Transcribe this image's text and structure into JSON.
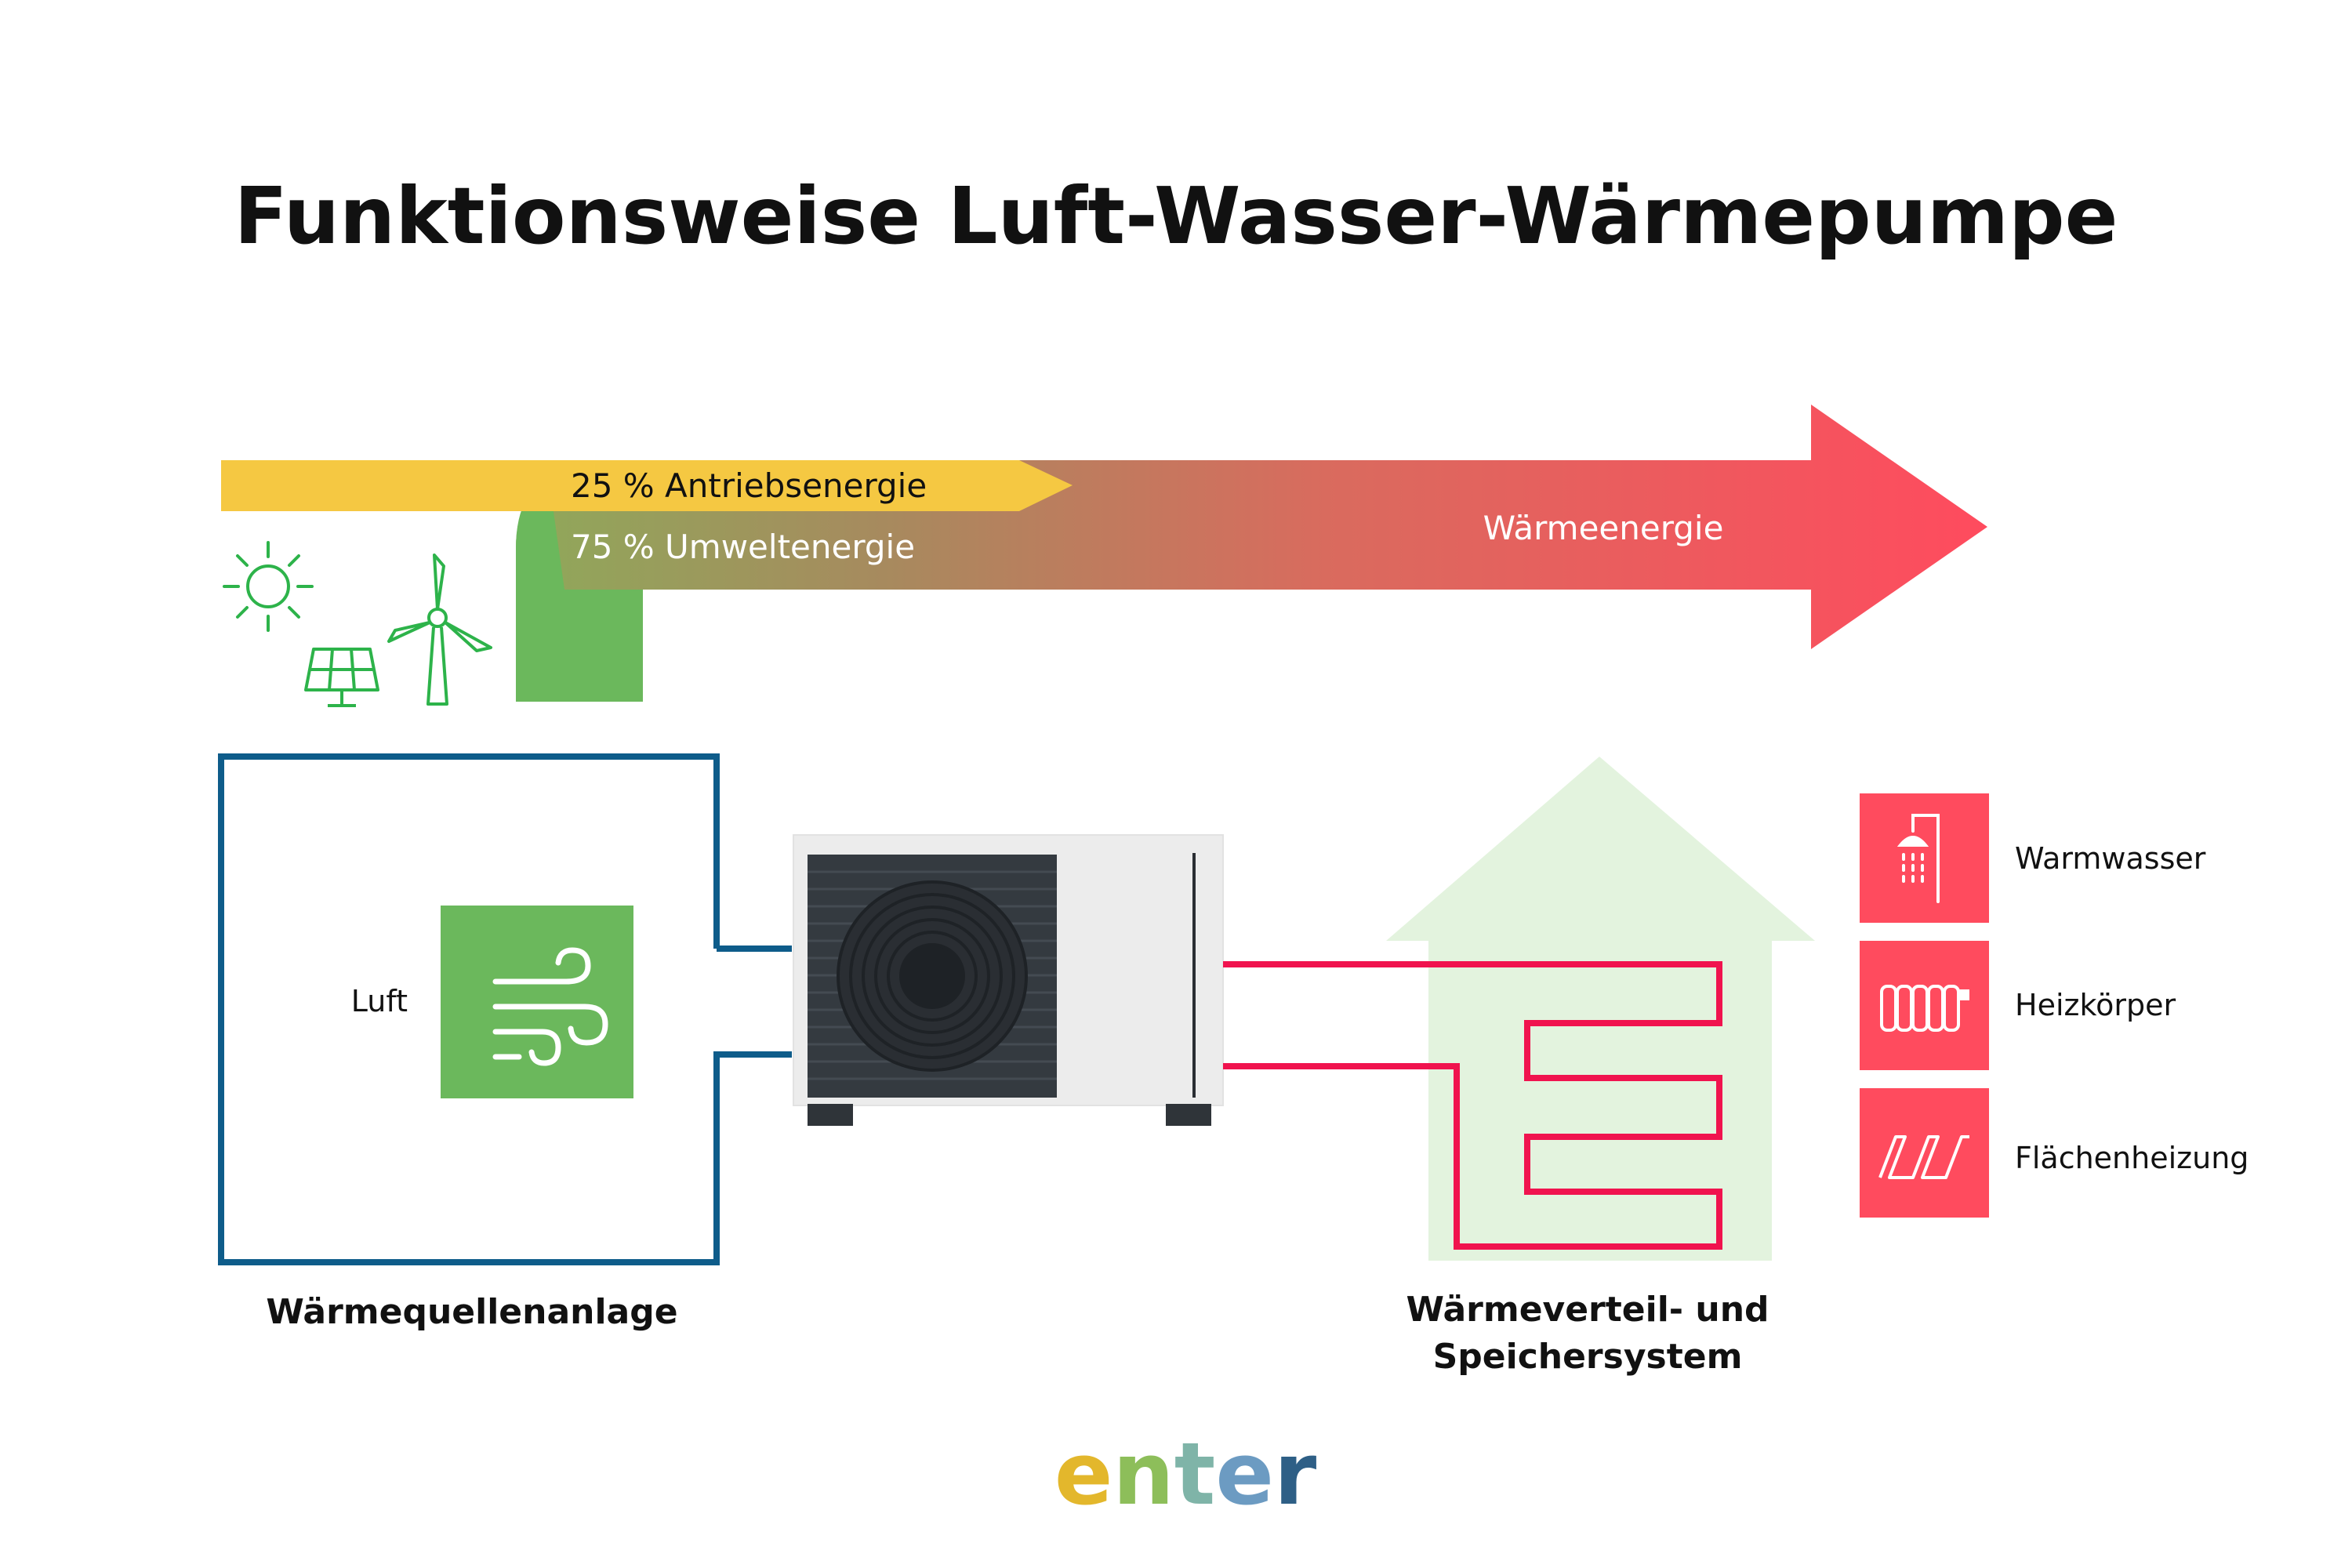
{
  "title": "Funktionsweise Luft-Wasser-Wärmepumpe",
  "energy_arrow": {
    "drive_energy": "25 % Antriebsenergie",
    "environment_energy": "75 % Umweltenergie",
    "heat_energy": "Wärmeenergie"
  },
  "source": {
    "air_label": "Luft",
    "caption": "Wärmequellenanlage"
  },
  "distribution": {
    "caption_line1": "Wärmeverteil- und",
    "caption_line2": "Speichersystem"
  },
  "uses": [
    {
      "label": "Warmwasser",
      "icon": "shower-icon"
    },
    {
      "label": "Heizkörper",
      "icon": "radiator-icon"
    },
    {
      "label": "Flächenheizung",
      "icon": "floor-heating-icon"
    }
  ],
  "logo": {
    "letters": [
      "e",
      "n",
      "t",
      "e",
      "r"
    ]
  },
  "colors": {
    "yellow": "#F5C842",
    "green": "#6BB85C",
    "red": "#FF4B5E",
    "blue": "#0E5C8A",
    "house": "#E3F3DE",
    "pipe": "#F0134E"
  }
}
